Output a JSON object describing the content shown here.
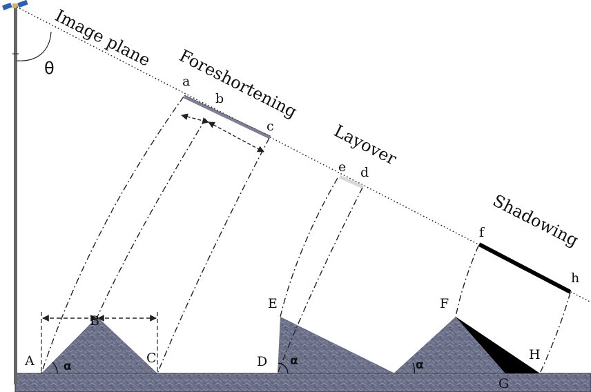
{
  "labels": {
    "image_plane": "Image plane",
    "theta": "θ",
    "foreshortening": "Foreshortening",
    "layover": "Layover",
    "shadowing": "Shadowing",
    "alpha": "α"
  },
  "points": {
    "a": "a",
    "b": "b",
    "c": "c",
    "d": "d",
    "e": "e",
    "f": "f",
    "h": "h",
    "A": "A",
    "B": "B",
    "C": "C",
    "D": "D",
    "E": "E",
    "F": "F",
    "G": "G",
    "H": "H"
  },
  "colors": {
    "terrain": "#6b6f88",
    "ground": "#6b6f88",
    "mast": "#666666",
    "foreshortening_segment": "#7e8094",
    "layover_segment": "#d8d8d8",
    "shadow_segment": "#000000",
    "shadow_fill": "#000000"
  },
  "icons": {
    "satellite": "satellite-icon"
  }
}
